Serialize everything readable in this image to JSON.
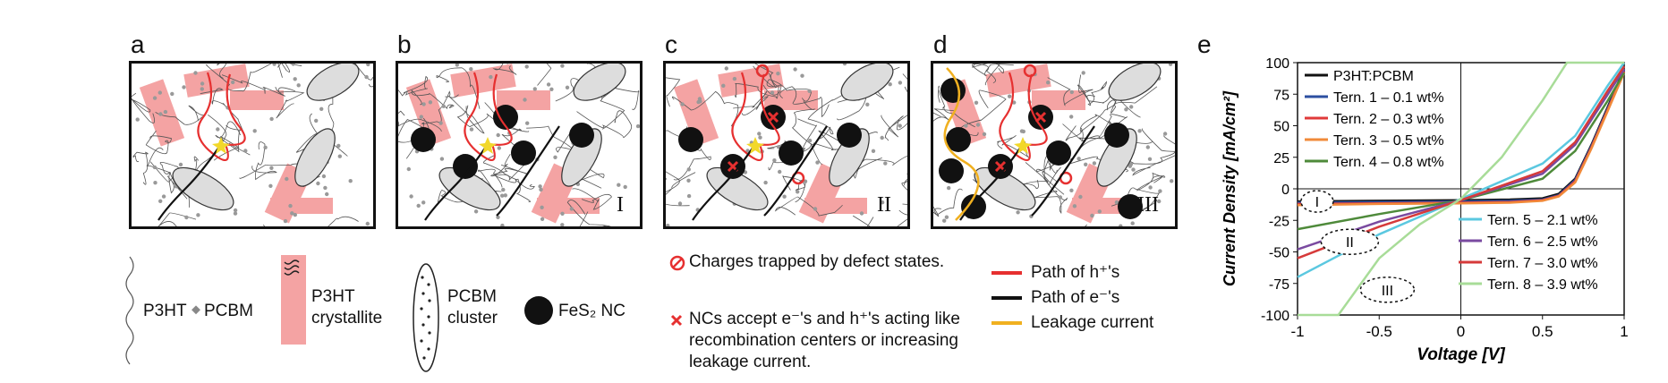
{
  "panel_labels": [
    "a",
    "b",
    "c",
    "d",
    "e"
  ],
  "panel_romans": [
    "I",
    "II",
    "III"
  ],
  "legend": {
    "p3ht": "P3HT",
    "pcbm": "PCBM",
    "crystallite": "P3HT crystallite",
    "cluster": "PCBM cluster",
    "fes2": "FeS₂ NC",
    "trapped": "Charges trapped by defect states.",
    "recomb": "NCs accept e⁻'s and h⁺'s acting like recombination centers or increasing leakage current.",
    "h_path": "Path of h⁺'s",
    "e_path": "Path of e⁻'s",
    "leak": "Leakage current"
  },
  "colors": {
    "hole": "#e63030",
    "electron": "#111111",
    "leakage": "#f0b020",
    "crystallite": "#f4a3a3",
    "junction": "#f2d82a"
  },
  "chart_data": {
    "type": "line",
    "xlabel": "Voltage [V]",
    "ylabel": "Current Density [mA/cm²]",
    "xlim": [
      -1,
      1
    ],
    "ylim": [
      -100,
      100
    ],
    "xticks": [
      "-1",
      "-0.5",
      "0",
      "0.5",
      "1"
    ],
    "yticks": [
      "100",
      "75",
      "50",
      "25",
      "0",
      "-25",
      "-50",
      "-75",
      "-100"
    ],
    "region_labels": [
      "I",
      "II",
      "III"
    ],
    "series": [
      {
        "name": "P3HT:PCBM",
        "color": "#111111",
        "x": [
          -1,
          -0.5,
          0,
          0.3,
          0.5,
          0.6,
          0.7,
          0.8,
          0.9,
          1
        ],
        "y": [
          -10,
          -9.5,
          -9,
          -8.5,
          -7.5,
          -4,
          8,
          35,
          65,
          95
        ]
      },
      {
        "name": "Tern. 1 – 0.1 wt%",
        "color": "#2c4fa0",
        "x": [
          -1,
          -0.5,
          0,
          0.3,
          0.5,
          0.6,
          0.7,
          0.8,
          0.9,
          1
        ],
        "y": [
          -11,
          -10.5,
          -10,
          -9.5,
          -8.5,
          -5,
          7,
          34,
          64,
          94
        ]
      },
      {
        "name": "Tern. 2 – 0.3 wt%",
        "color": "#e03a3a",
        "x": [
          -1,
          -0.5,
          0,
          0.3,
          0.5,
          0.6,
          0.7,
          0.8,
          0.9,
          1
        ],
        "y": [
          -12,
          -11.5,
          -11,
          -10.5,
          -9,
          -5.5,
          6,
          33,
          63,
          93
        ]
      },
      {
        "name": "Tern. 3 – 0.5 wt%",
        "color": "#f08a3a",
        "x": [
          -1,
          -0.5,
          0,
          0.3,
          0.5,
          0.6,
          0.7,
          0.8,
          0.9,
          1
        ],
        "y": [
          -13,
          -12,
          -11.5,
          -11,
          -9.5,
          -6,
          5,
          32,
          62,
          92
        ]
      },
      {
        "name": "Tern. 4 – 0.8 wt%",
        "color": "#4e8a3a",
        "x": [
          -1,
          -0.5,
          0,
          0.5,
          0.7,
          0.9,
          1
        ],
        "y": [
          -32,
          -20,
          -9,
          8,
          30,
          70,
          92
        ]
      },
      {
        "name": "Tern. 5 – 2.1 wt%",
        "color": "#5bc8e0",
        "x": [
          -1,
          -0.5,
          0,
          0.5,
          0.7,
          0.9,
          1
        ],
        "y": [
          -70,
          -36,
          -8,
          20,
          42,
          82,
          100
        ]
      },
      {
        "name": "Tern. 6 – 2.5 wt%",
        "color": "#7a4aa0",
        "x": [
          -1,
          -0.5,
          0,
          0.5,
          0.7,
          0.9,
          1
        ],
        "y": [
          -48,
          -26,
          -9,
          12,
          35,
          75,
          95
        ]
      },
      {
        "name": "Tern. 7 – 3.0 wt%",
        "color": "#d63a3a",
        "x": [
          -1,
          -0.5,
          0,
          0.5,
          0.7,
          0.9,
          1
        ],
        "y": [
          -55,
          -30,
          -9,
          14,
          37,
          78,
          97
        ]
      },
      {
        "name": "Tern. 8 – 3.9 wt%",
        "color": "#a8dc98",
        "x": [
          -1,
          -0.75,
          -0.5,
          -0.25,
          0,
          0.25,
          0.5,
          0.65,
          1
        ],
        "y": [
          -100,
          -100,
          -55,
          -28,
          -8,
          25,
          70,
          100,
          100
        ]
      }
    ]
  }
}
